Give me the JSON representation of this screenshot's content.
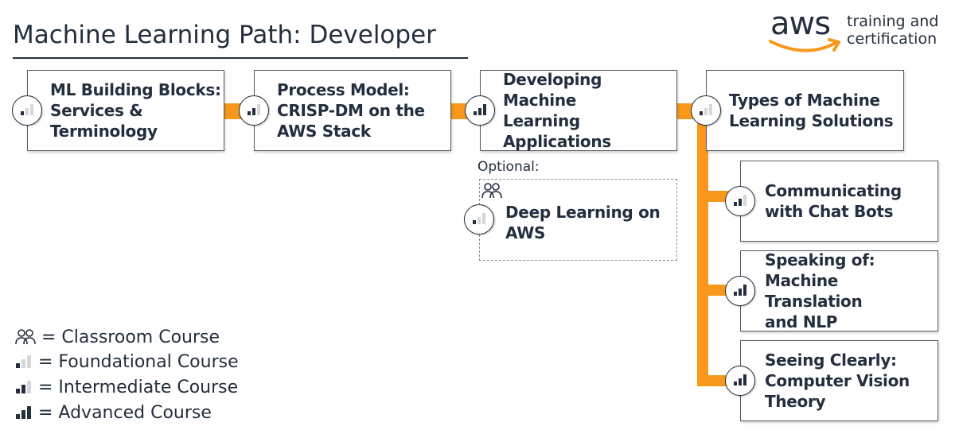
{
  "header": {
    "title": "Machine Learning Path: Developer"
  },
  "logo": {
    "brand": "aws",
    "tagline_line1": "training and",
    "tagline_line2": "certification",
    "accent_color": "#f7981d"
  },
  "courses": [
    {
      "label": "ML Building Blocks:\nServices &\nTerminology",
      "level": "foundational"
    },
    {
      "label": "Process Model:\nCRISP-DM on the\nAWS Stack",
      "level": "intermediate"
    },
    {
      "label": "Developing Machine\nLearning\nApplications",
      "level": "advanced"
    },
    {
      "label": "Types of Machine\nLearning Solutions",
      "level": "foundational"
    },
    {
      "label": "Communicating\nwith Chat Bots",
      "level": "intermediate"
    },
    {
      "label": "Speaking of:\nMachine Translation\nand NLP",
      "level": "advanced"
    },
    {
      "label": "Seeing Clearly:\nComputer Vision\nTheory",
      "level": "advanced"
    }
  ],
  "optional": {
    "label": "Optional:",
    "course": {
      "label": "Deep Learning on\nAWS",
      "level": "foundational",
      "classroom": true,
      "icon": "classroom-icon"
    }
  },
  "legend": [
    {
      "icon": "classroom-icon",
      "text": "= Classroom Course"
    },
    {
      "icon": "foundational-level-icon",
      "text": "= Foundational Course"
    },
    {
      "icon": "intermediate-level-icon",
      "text": "= Intermediate Course"
    },
    {
      "icon": "advanced-level-icon",
      "text": "= Advanced Course"
    }
  ],
  "colors": {
    "connector": "#f7981d",
    "text": "#232f3e",
    "bar_filled": "#232f3e",
    "bar_empty": "#d5d7da"
  }
}
